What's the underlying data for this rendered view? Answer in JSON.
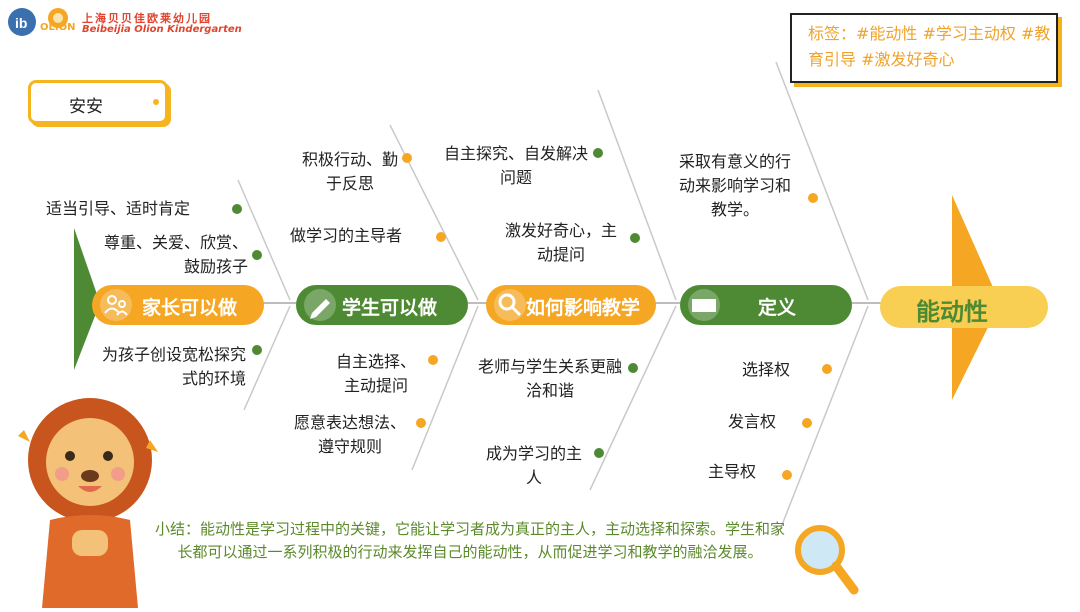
{
  "header": {
    "school_cn": "上海贝贝佳欧莱幼儿园",
    "school_en": "Beibeijia Olion Kindergarten",
    "logo_text": "OLION"
  },
  "tags": "标签：#能动性 #学习主动权 #教育引导 #激发好奇心",
  "name": "安安",
  "head_label": "能动性",
  "bones": {
    "parents": "家长可以做",
    "students": "学生可以做",
    "influence": "如何影响教学",
    "definition": "定义"
  },
  "parents_items": [
    "适当引导、适时肯定",
    "尊重、关爱、欣赏、鼓励孩子",
    "为孩子创设宽松探究式的环境"
  ],
  "students_items": [
    "积极行动、勤于反思",
    "做学习的主导者",
    "自主选择、主动提问",
    "愿意表达想法、遵守规则"
  ],
  "influence_items": [
    "自主探究、自发解决问题",
    "激发好奇心，主动提问",
    "老师与学生关系更融洽和谐",
    "成为学习的主人"
  ],
  "definition_items": [
    "采取有意义的行动来影响学习和教学。",
    "选择权",
    "发言权",
    "主导权"
  ],
  "summary": "小结：能动性是学习过程中的关键，它能让学习者成为真正的主人，主动选择和探索。学生和家长都可以通过一系列积极的行动来发挥自己的能动性，从而促进学习和教学的融洽发展。",
  "colors": {
    "green": "#4e8a34",
    "orange": "#f5a623",
    "yellow": "#f8cf52"
  }
}
